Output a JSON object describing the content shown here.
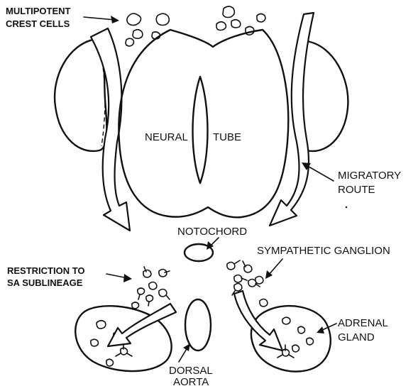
{
  "labels": {
    "multipotent_line1": "MULTIPOTENT",
    "multipotent_line2": "CREST CELLS",
    "neural": "NEURAL",
    "tube": "TUBE",
    "migratory_line1": "MIGRATORY",
    "migratory_line2": "ROUTE",
    "notochord": "NOTOCHORD",
    "sympathetic": "SYMPATHETIC GANGLION",
    "restriction_line1": "RESTRICTION TO",
    "restriction_line2": "SA SUBLINEAGE",
    "adrenal_line1": "ADRENAL",
    "adrenal_line2": "GLAND",
    "dorsal_line1": "DORSAL",
    "dorsal_line2": "AORTA"
  }
}
